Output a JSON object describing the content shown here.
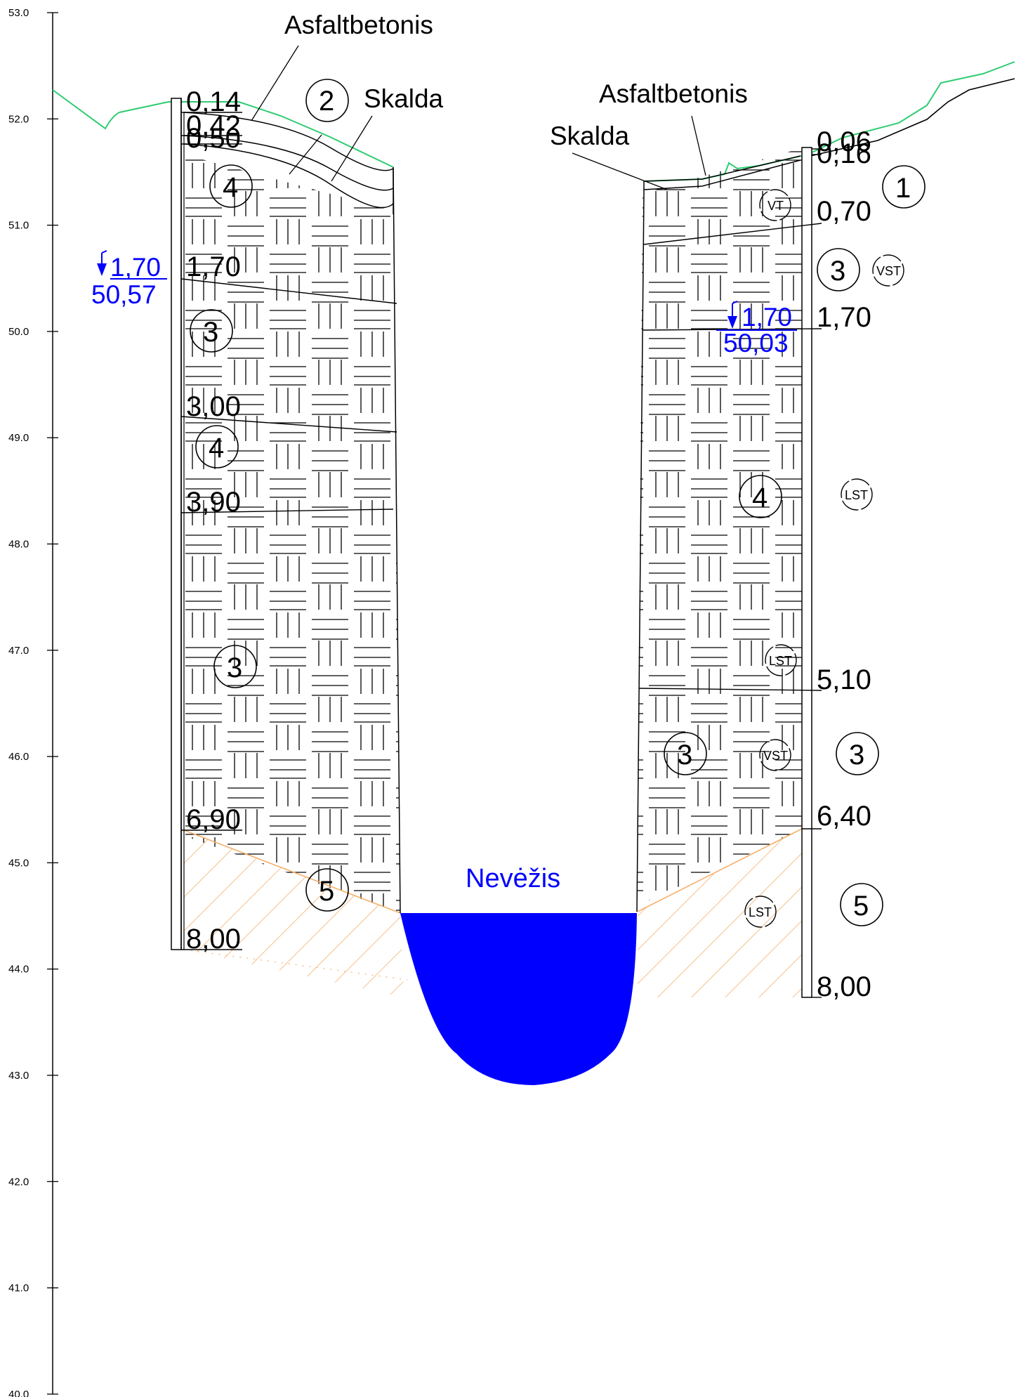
{
  "y_axis": {
    "ticks": [
      "53.0",
      "52.0",
      "51.0",
      "50.0",
      "49.0",
      "48.0",
      "47.0",
      "46.0",
      "45.0",
      "44.0",
      "43.0",
      "42.0",
      "41.0",
      "40.0"
    ]
  },
  "labels": {
    "asphalt_left": "Asfaltbetonis",
    "gravel_left": "Skalda",
    "asphalt_right": "Asfaltbetonis",
    "gravel_right": "Skalda",
    "river": "Nevėžis"
  },
  "left_borehole": {
    "depths": [
      "0,14",
      "0,42",
      "0,50",
      "1,70",
      "3,00",
      "3,90",
      "6,90",
      "8,00"
    ],
    "water_depth": "1,70",
    "water_level": "50,57",
    "layers": [
      "2",
      "4",
      "3",
      "4",
      "3",
      "5"
    ]
  },
  "right_borehole": {
    "depths": [
      "0,06",
      "0,16",
      "0,70",
      "1,70",
      "5,10",
      "6,40",
      "8,00"
    ],
    "water_depth": "1,70",
    "water_level": "50,03",
    "layers": [
      "1",
      "3",
      "4",
      "3",
      "3",
      "5"
    ],
    "samples": [
      "VT",
      "VST",
      "LST",
      "LST",
      "VST",
      "LST"
    ]
  },
  "colors": {
    "ground_line": "#2ecc71",
    "water": "#0000ff",
    "sand_hatch": "#f5b06b"
  }
}
